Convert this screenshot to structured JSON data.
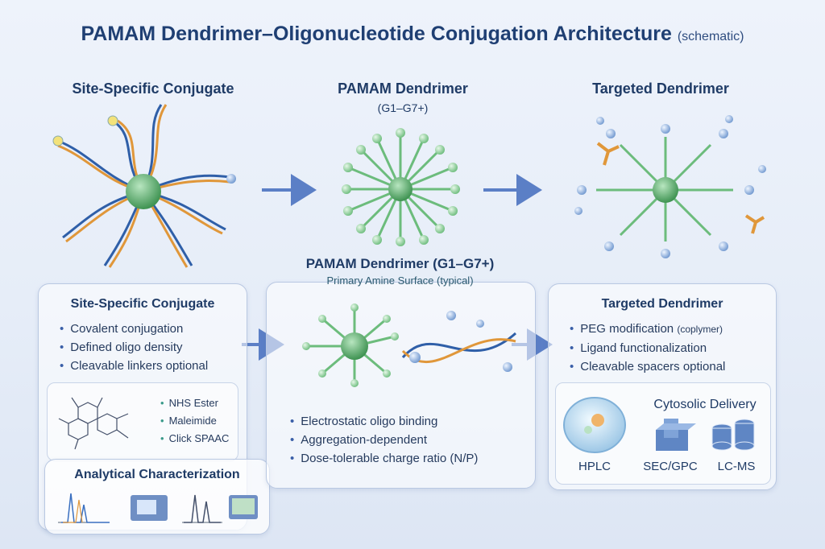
{
  "title": {
    "main": "PAMAM Dendrimer–Oligonucleotide Conjugation Architecture",
    "qualifier": "(schematic)"
  },
  "top": {
    "left_title": "Site-Specific Conjugate",
    "center_title": "PAMAM Dendrimer",
    "center_subtitle": "(G1–G7+)",
    "right_title": "Targeted Dendrimer"
  },
  "left_panel": {
    "title": "Site-Specific Conjugate",
    "bullets": [
      "Covalent conjugation",
      "Defined oligo density",
      "Cleavable linkers optional"
    ],
    "chemistries": [
      "NHS Ester",
      "Maleimide",
      "Click SPAAC"
    ]
  },
  "analytical": {
    "title": "Analytical Characterization"
  },
  "center_panel": {
    "title": "PAMAM Dendrimer (G1–G7+)",
    "subtitle": "Primary Amine Surface (typical)",
    "bullets": [
      "Electrostatic oligo binding",
      "Aggregation-dependent",
      "Dose-tolerable charge ratio (N/P)"
    ]
  },
  "right_panel": {
    "title": "Targeted Dendrimer",
    "bullets": [
      {
        "text": "PEG modification",
        "note": "(coplymer)"
      },
      {
        "text": "Ligand functionalization"
      },
      {
        "text": "Cleavable spacers optional"
      }
    ],
    "delivery_title": "Cytosolic Delivery",
    "methods": [
      "HPLC",
      "SEC/GPC",
      "LC-MS"
    ]
  },
  "colors": {
    "dendrimer": "#7cc48a",
    "dendrimer_core": "#4e9f5f",
    "peg": "#a9c4e8",
    "dna_blue": "#2f5fa8",
    "dna_orange": "#e0973a",
    "arrow": "#5b7fc6"
  }
}
